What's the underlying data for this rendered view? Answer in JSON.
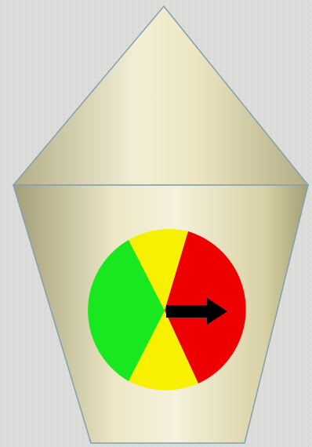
{
  "colors": {
    "background": "#dcdcda",
    "body_light": "#f4f0d6",
    "body_mid": "#e6dfb4",
    "body_dark": "#a39e76",
    "outline": "#7fa1ad",
    "green": "#17e81f",
    "yellow": "#f7f000",
    "red": "#ef0000",
    "arrow": "#000000"
  },
  "icons": {
    "dial": "traffic-light-dial-icon",
    "pointer": "right-arrow-icon"
  },
  "dial": {
    "segments": [
      {
        "name": "green",
        "color": "green"
      },
      {
        "name": "yellow-top",
        "color": "yellow"
      },
      {
        "name": "red",
        "color": "red"
      },
      {
        "name": "yellow-bottom",
        "color": "yellow"
      }
    ],
    "pointer_direction": "right"
  }
}
